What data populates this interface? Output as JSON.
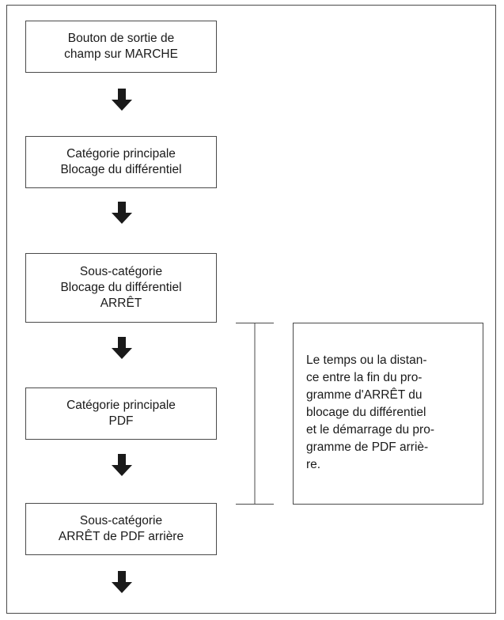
{
  "steps": [
    {
      "label": "Bouton de sortie de\nchamp sur MARCHE"
    },
    {
      "label": "Catégorie principale\nBlocage du différentiel"
    },
    {
      "label": "Sous-catégorie\nBlocage du différentiel\nARRÊT"
    },
    {
      "label": "Catégorie principale\nPDF"
    },
    {
      "label": "Sous-catégorie\nARRÊT de PDF arrière"
    }
  ],
  "note": {
    "text": "Le temps ou la distan-\nce entre la fin du pro-\ngramme d'ARRÊT du\nblocage du différentiel\net le démarrage du pro-\ngramme de PDF arriè-\nre."
  },
  "arrow_icon": "down-arrow-icon",
  "colors": {
    "border": "#4a4a4a",
    "arrow": "#1a1a1a"
  }
}
